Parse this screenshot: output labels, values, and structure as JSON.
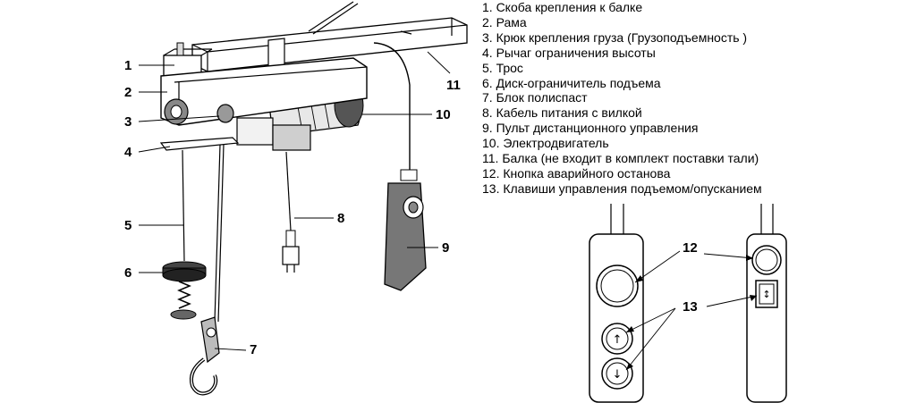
{
  "legend": [
    "1. Скоба крепления к балке",
    "2. Рама",
    "3. Крюк крепления груза (Грузоподъемность  )",
    "4. Рычаг ограничения высоты",
    "5. Трос",
    "6. Диск-ограничитель подъема",
    "7. Блок полиспаст",
    "8. Кабель питания с вилкой",
    "9. Пульт дистанционного управления",
    "10. Электродвигатель",
    "11. Балка (не входит в комплект поставки тали)",
    "12. Кнопка аварийного останова",
    "13. Клавиши управления подъемом/опусканием"
  ],
  "callouts": {
    "c1": "1",
    "c2": "2",
    "c3": "3",
    "c4": "4",
    "c5": "5",
    "c6": "6",
    "c7": "7",
    "c8": "8",
    "c9": "9",
    "c10": "10",
    "c11": "11",
    "c12": "12",
    "c13": "13"
  }
}
